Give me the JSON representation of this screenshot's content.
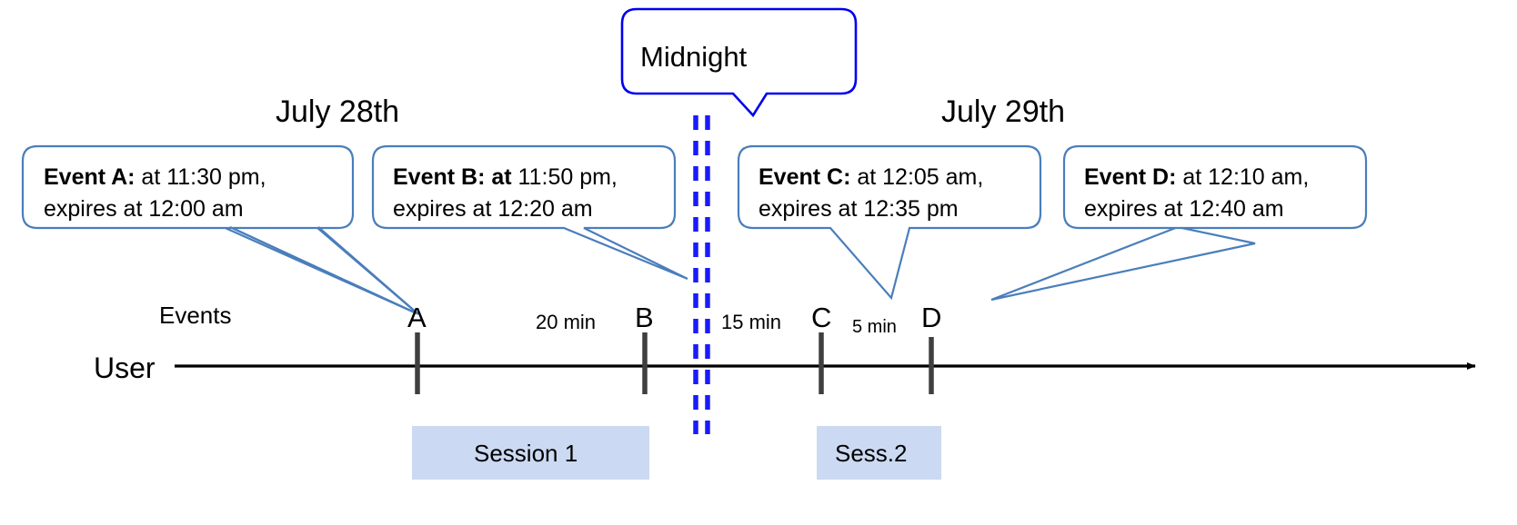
{
  "diagram": {
    "title_callout": {
      "text": "Midnight"
    },
    "dates": [
      {
        "label": "July 28th"
      },
      {
        "label": "July 29th"
      }
    ],
    "axis": {
      "row_label": "User",
      "events_label": "Events"
    },
    "callouts": [
      {
        "id": "event-a",
        "bold": "Event A:",
        "rest": " at 11:30 pm,",
        "line2": "expires at 12:00 am"
      },
      {
        "id": "event-b",
        "bold": "Event B: at",
        "rest": " 11:50 pm,",
        "line2": "expires at 12:20 am"
      },
      {
        "id": "event-c",
        "bold": "Event C:",
        "rest": " at 12:05 am,",
        "line2": "expires at 12:35 pm"
      },
      {
        "id": "event-d",
        "bold": "Event D:",
        "rest": "  at 12:10 am,",
        "line2": "expires at 12:40 am"
      }
    ],
    "markers": [
      {
        "id": "marker-a",
        "label": "A"
      },
      {
        "id": "marker-b",
        "label": "B"
      },
      {
        "id": "marker-c",
        "label": "C"
      },
      {
        "id": "marker-d",
        "label": "D"
      }
    ],
    "intervals": [
      {
        "id": "interval-ab",
        "label": "20 min"
      },
      {
        "id": "interval-bc",
        "label": "15 min"
      },
      {
        "id": "interval-cd",
        "label": "5 min"
      }
    ],
    "sessions": [
      {
        "id": "session-1",
        "label": "Session 1"
      },
      {
        "id": "session-2",
        "label": "Sess.2"
      }
    ],
    "colors": {
      "callout_border": "#4a7ebb",
      "midnight_border": "#0000ee",
      "midnight_line": "#1a1aff",
      "session_fill": "#ccd9f2",
      "tick": "#3f3f3f",
      "axis": "#000000"
    }
  }
}
